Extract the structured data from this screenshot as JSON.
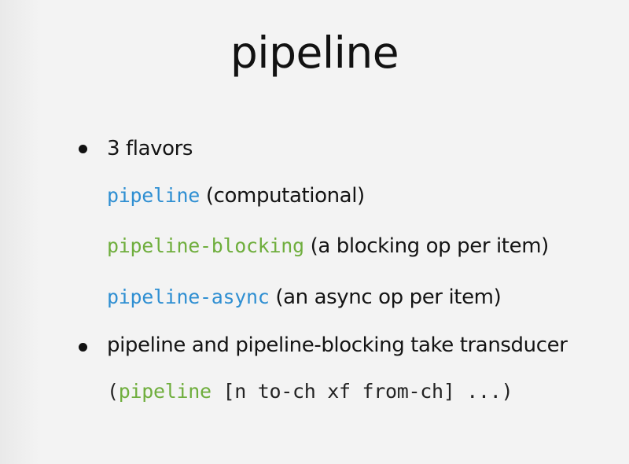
{
  "slide": {
    "title": "pipeline",
    "bullets": [
      {
        "text": "3 flavors",
        "items": [
          {
            "code": "pipeline",
            "code_color": "#2f8fd2",
            "desc": "(computational)"
          },
          {
            "code": "pipeline-blocking",
            "code_color": "#6fae3d",
            "desc": "(a blocking op per item)"
          },
          {
            "code": "pipeline-async",
            "code_color": "#2f8fd2",
            "desc": "(an async op per item)"
          }
        ]
      },
      {
        "text": "pipeline and pipeline-blocking take transducer",
        "example": {
          "open_paren": "(",
          "fn": "pipeline",
          "fn_color": "#6fae3d",
          "args": " [n to-ch xf from-ch] ...)"
        }
      }
    ]
  }
}
